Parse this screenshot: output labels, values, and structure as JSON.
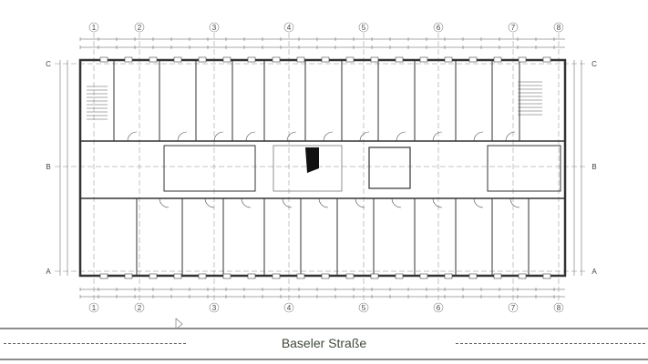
{
  "plan": {
    "axes_columns": [
      "1",
      "2",
      "3",
      "4",
      "5",
      "6",
      "7",
      "8"
    ],
    "axes_rows": [
      "C",
      "B",
      "A"
    ],
    "colors": {
      "lines": "#333333",
      "grid": "#888888",
      "street_text": "#3f4a38"
    }
  },
  "street": {
    "name": "Baseler Straße"
  }
}
